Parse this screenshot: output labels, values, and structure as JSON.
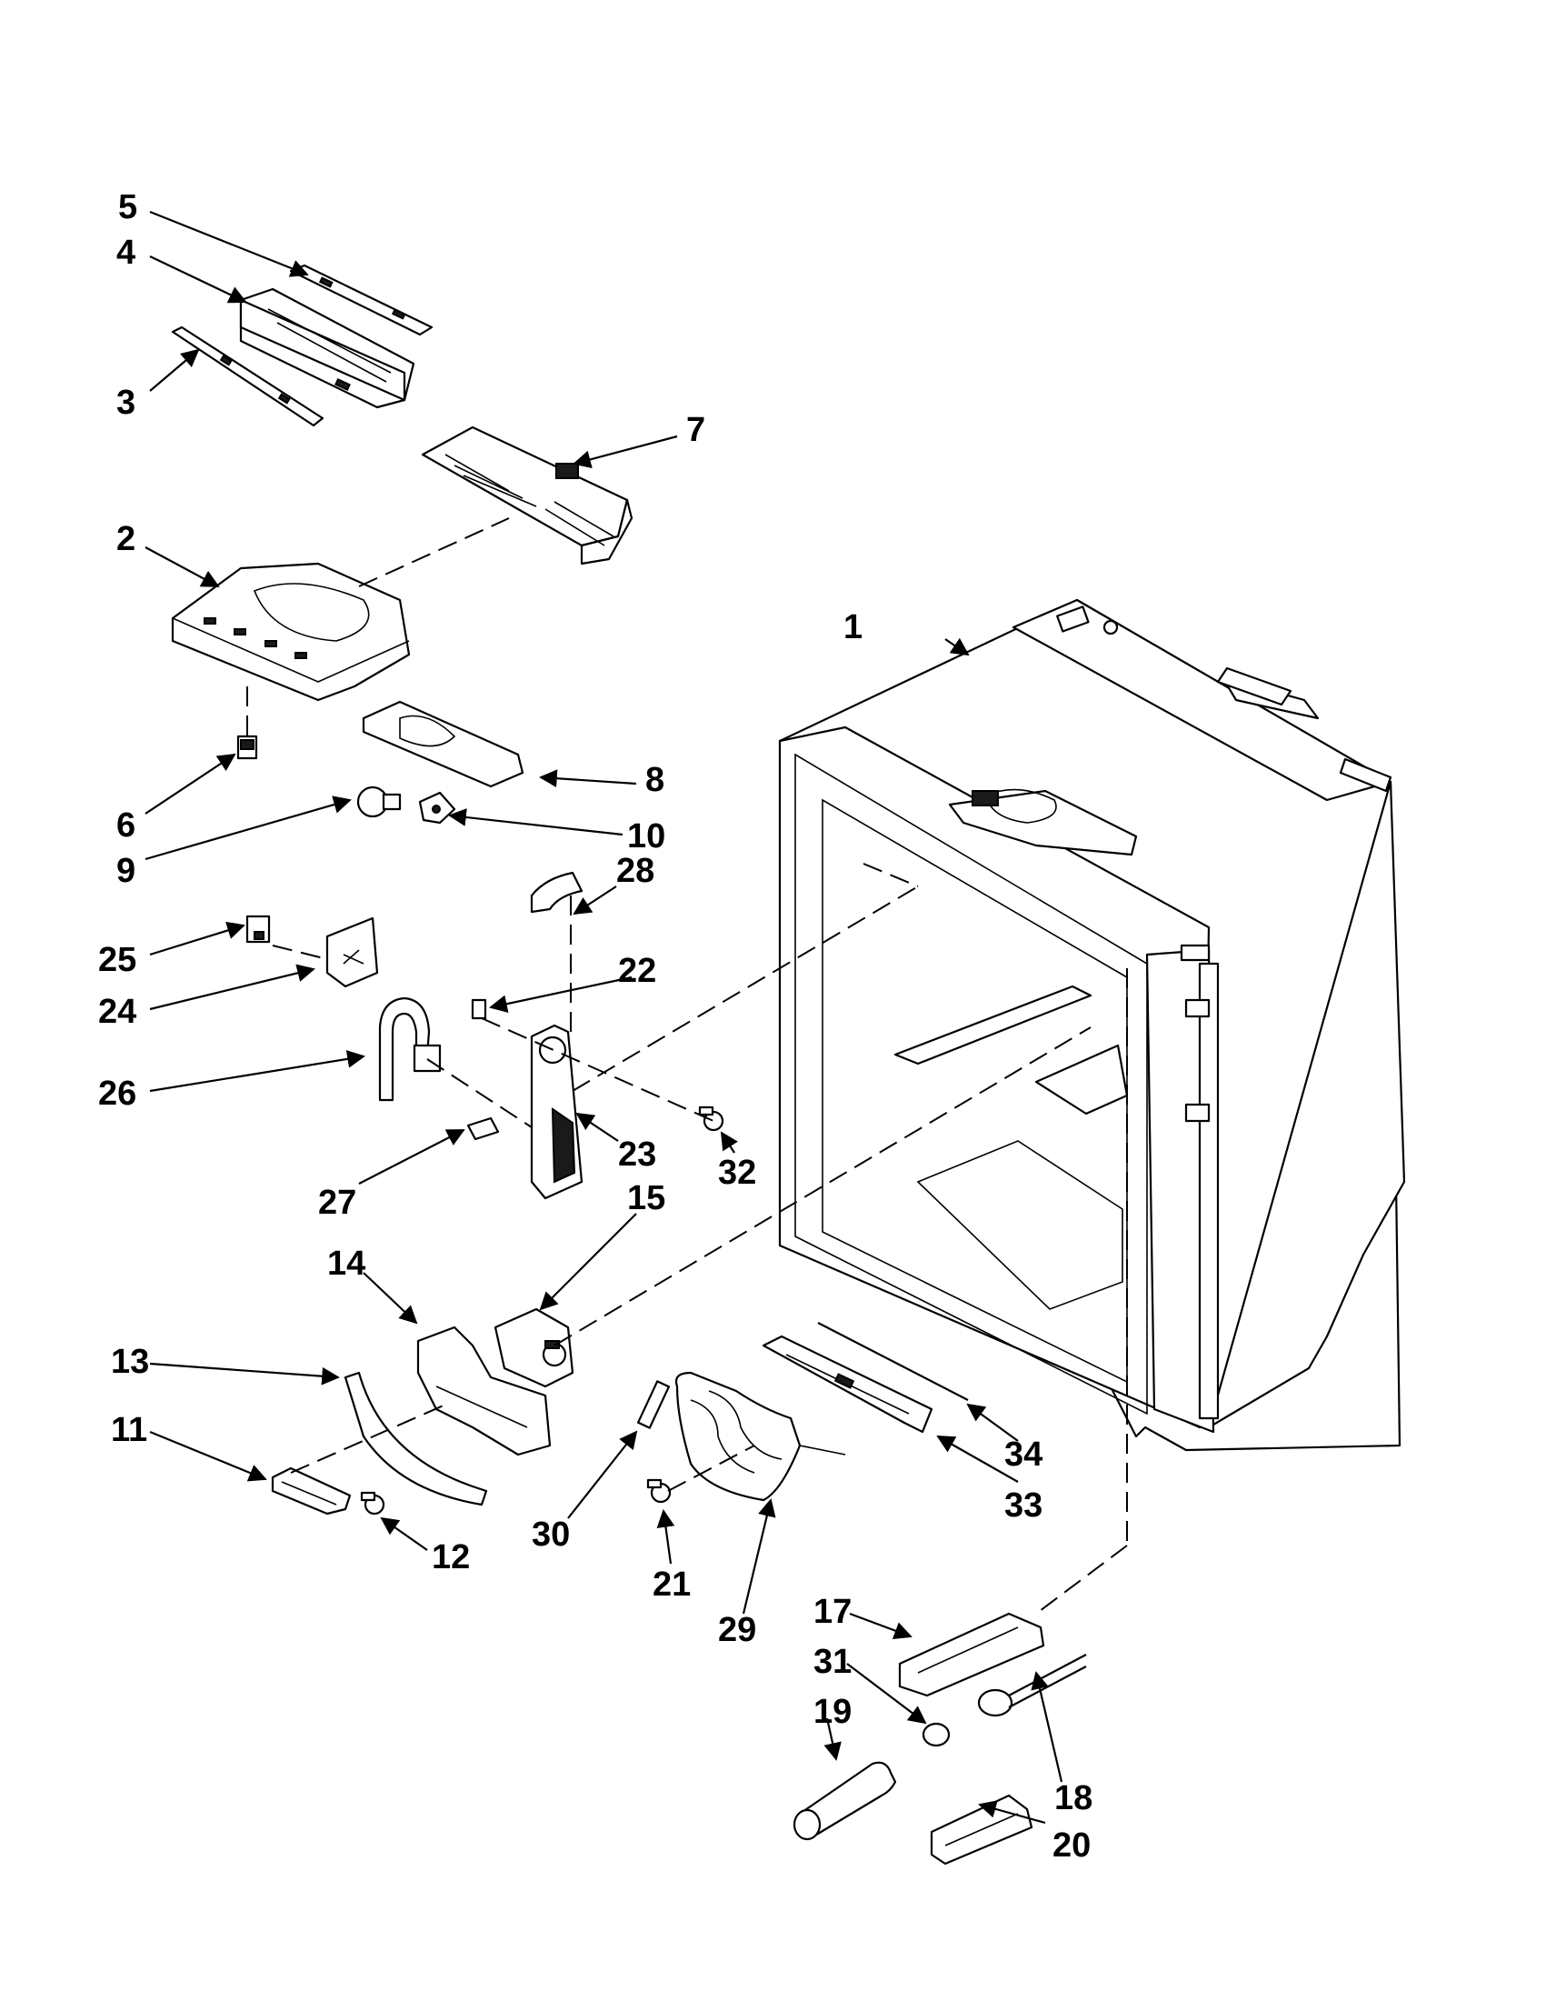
{
  "callouts": {
    "c1": "1",
    "c2": "2",
    "c3": "3",
    "c4": "4",
    "c5": "5",
    "c6": "6",
    "c7": "7",
    "c8": "8",
    "c9": "9",
    "c10": "10",
    "c11": "11",
    "c12": "12",
    "c13": "13",
    "c14": "14",
    "c15": "15",
    "c17": "17",
    "c18": "18",
    "c19": "19",
    "c20": "20",
    "c21": "21",
    "c22": "22",
    "c23": "23",
    "c24": "24",
    "c25": "25",
    "c26": "26",
    "c27": "27",
    "c28": "28",
    "c29": "29",
    "c30": "30",
    "c31": "31",
    "c32": "32",
    "c33": "33",
    "c34": "34"
  },
  "colors": {
    "line": "#000000",
    "background": "#ffffff"
  }
}
